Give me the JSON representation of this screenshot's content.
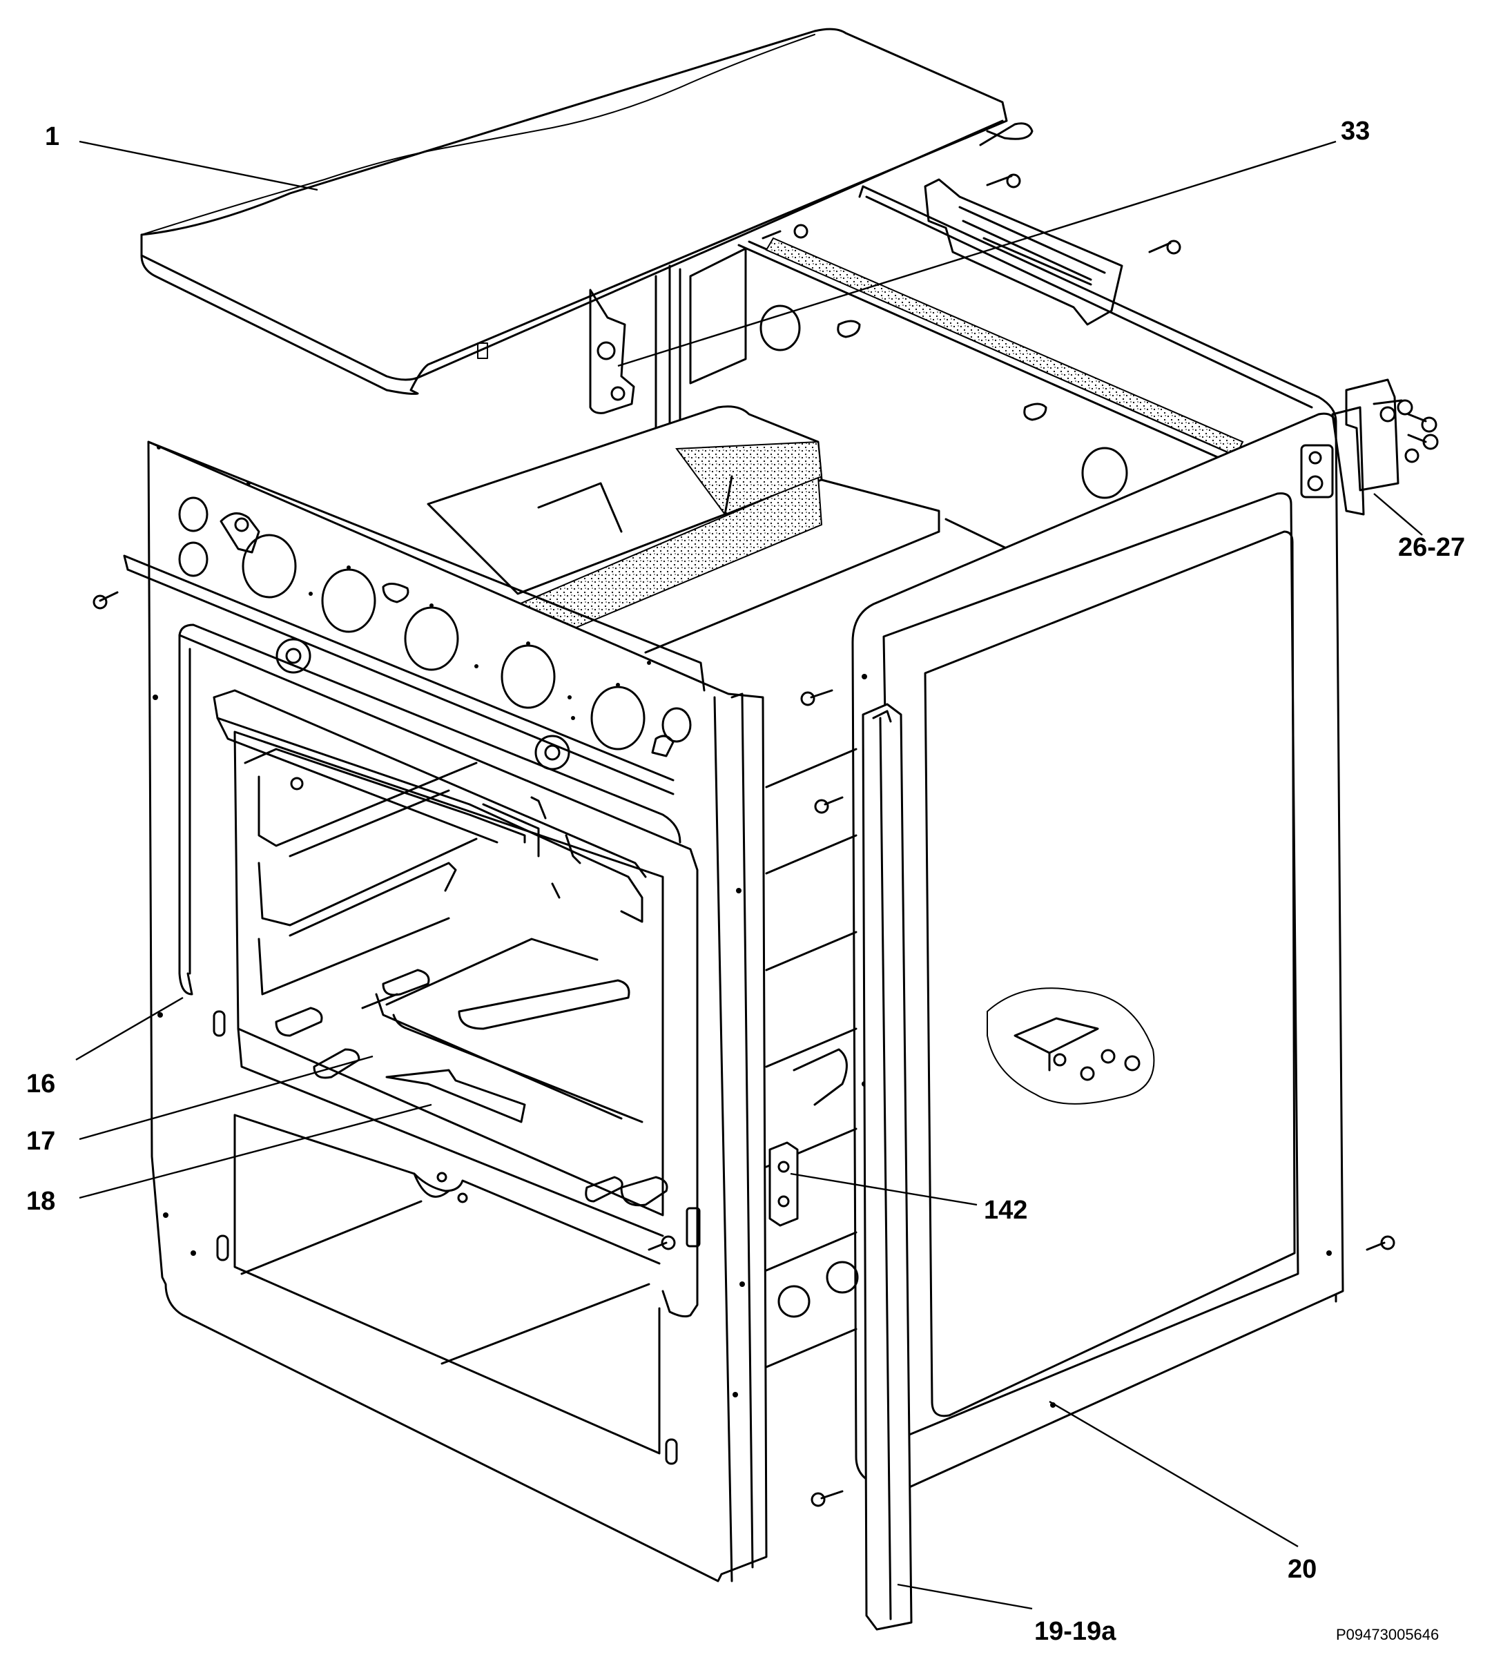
{
  "diagram": {
    "callouts": [
      {
        "id": "1",
        "label": "1"
      },
      {
        "id": "33",
        "label": "33"
      },
      {
        "id": "26-27",
        "label": "26-27"
      },
      {
        "id": "16",
        "label": "16"
      },
      {
        "id": "17",
        "label": "17"
      },
      {
        "id": "18",
        "label": "18"
      },
      {
        "id": "142",
        "label": "142"
      },
      {
        "id": "20",
        "label": "20"
      },
      {
        "id": "19-19a",
        "label": "19-19a"
      }
    ],
    "drawing_code": "P09473005646"
  }
}
